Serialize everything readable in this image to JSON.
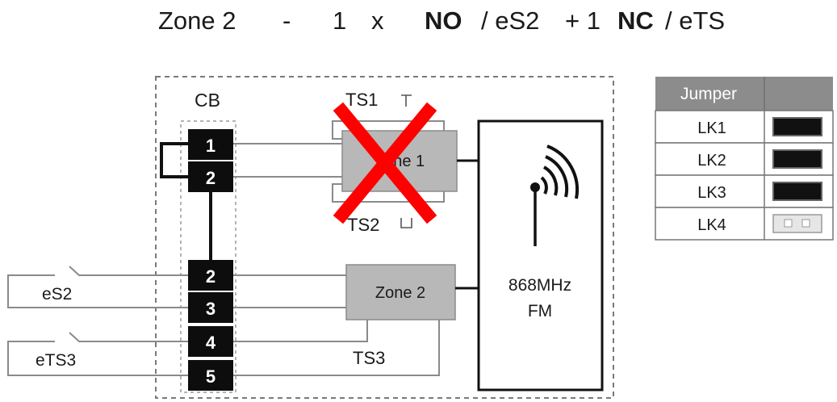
{
  "title": {
    "zone": "Zone 2",
    "dash": "-",
    "count": "1",
    "times": "x",
    "no_contact": "NO",
    "no_device": "/ eS2",
    "plus": "+ 1",
    "nc_contact": "NC",
    "nc_device": "/ eTS"
  },
  "diagram": {
    "cb_label": "CB",
    "ts1_label": "TS1",
    "ts2_label": "TS2",
    "ts3_label": "TS3",
    "zone1_label": "Zone 1",
    "zone2_label": "Zone 2",
    "radio_line1": "868MHz",
    "radio_line2": "FM",
    "es2_label": "eS2",
    "ets3_label": "eTS3",
    "terminals": [
      "1",
      "2",
      "2",
      "3",
      "4",
      "5"
    ],
    "cross_color": "#ff0000"
  },
  "jumper_table": {
    "header": "Jumper",
    "rows": [
      {
        "label": "LK1",
        "state": "closed"
      },
      {
        "label": "LK2",
        "state": "closed"
      },
      {
        "label": "LK3",
        "state": "closed"
      },
      {
        "label": "LK4",
        "state": "open"
      }
    ],
    "header_color": "#8c8c8c"
  }
}
